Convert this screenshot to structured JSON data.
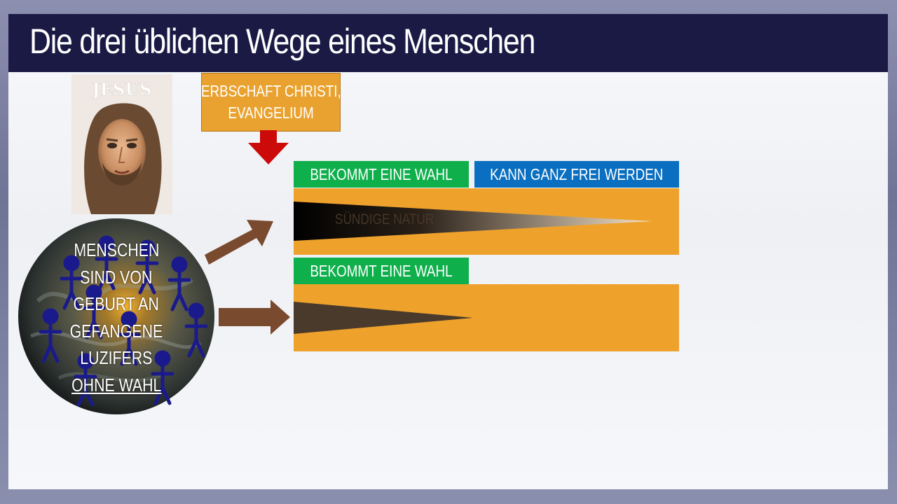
{
  "title": "Die drei üblichen Wege eines Menschen",
  "portrait": {
    "caption": "JESUS"
  },
  "source_box": {
    "line1": "ERBSCHAFT CHRISTI,",
    "line2": "EVANGELIUM"
  },
  "path1": {
    "choice_label": "BEKOMMT EINE WAHL",
    "freedom_label": "KANN GANZ FREI WERDEN",
    "sin_label": "SÜNDIGE NATUR"
  },
  "path2": {
    "choice_label": "BEKOMMT EINE WAHL"
  },
  "globe": {
    "lines": [
      "MENSCHEN",
      "SIND VON",
      "GEBURT AN",
      "GEFANGENE",
      "LUZIFERS"
    ],
    "underlined": "OHNE WAHL"
  },
  "colors": {
    "title_bg": "#1b1a45",
    "orange": "#eea22c",
    "green": "#0fb04c",
    "blue": "#0a6fc0",
    "arrow_red": "#cc0a0a",
    "arrow_brown": "#7a4a2e",
    "figures": "#1a1a8c"
  }
}
